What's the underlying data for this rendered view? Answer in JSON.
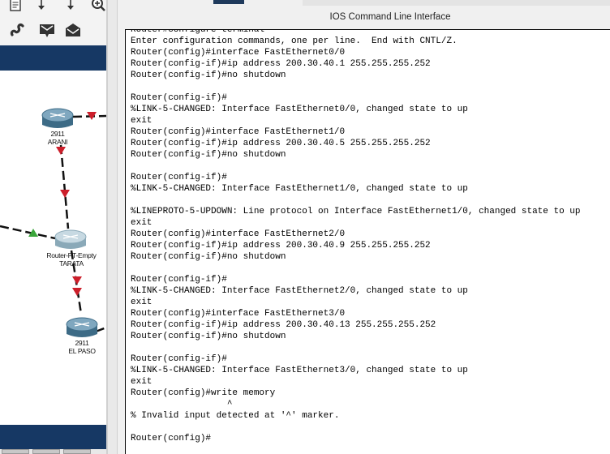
{
  "cli": {
    "title": "IOS Command Line Interface",
    "lines": [
      "Router#configure terminal",
      "Enter configuration commands, one per line.  End with CNTL/Z.",
      "Router(config)#interface FastEthernet0/0",
      "Router(config-if)#ip address 200.30.40.1 255.255.255.252",
      "Router(config-if)#no shutdown",
      "",
      "Router(config-if)#",
      "%LINK-5-CHANGED: Interface FastEthernet0/0, changed state to up",
      "exit",
      "Router(config)#interface FastEthernet1/0",
      "Router(config-if)#ip address 200.30.40.5 255.255.255.252",
      "Router(config-if)#no shutdown",
      "",
      "Router(config-if)#",
      "%LINK-5-CHANGED: Interface FastEthernet1/0, changed state to up",
      "",
      "%LINEPROTO-5-UPDOWN: Line protocol on Interface FastEthernet1/0, changed state to up",
      "exit",
      "Router(config)#interface FastEthernet2/0",
      "Router(config-if)#ip address 200.30.40.9 255.255.255.252",
      "Router(config-if)#no shutdown",
      "",
      "Router(config-if)#",
      "%LINK-5-CHANGED: Interface FastEthernet2/0, changed state to up",
      "exit",
      "Router(config)#interface FastEthernet3/0",
      "Router(config-if)#ip address 200.30.40.13 255.255.255.252",
      "Router(config-if)#no shutdown",
      "",
      "Router(config-if)#",
      "%LINK-5-CHANGED: Interface FastEthernet3/0, changed state to up",
      "exit",
      "Router(config)#write memory",
      "                  ^",
      "% Invalid input detected at '^' marker.",
      "",
      "Router(config)#"
    ]
  },
  "topology": {
    "devices": {
      "arani": {
        "model": "2911",
        "name": "ARANI"
      },
      "tarata": {
        "model": "Router-PT-Empty",
        "name": "TARATA"
      },
      "el_paso": {
        "model": "2911",
        "name": "EL PASO"
      }
    }
  },
  "icons": {
    "toolbar": [
      "note-icon",
      "arrow-down-icon",
      "arrow-down-icon",
      "zoom-icon",
      "draw-icon",
      "email-icon",
      "open-email-icon"
    ],
    "router": "router-icon"
  },
  "colors": {
    "toolbar_bar": "#163864",
    "link_down": "#cc1f2b",
    "link_up": "#3aa53a",
    "tab_active": "#1f3a5c"
  }
}
